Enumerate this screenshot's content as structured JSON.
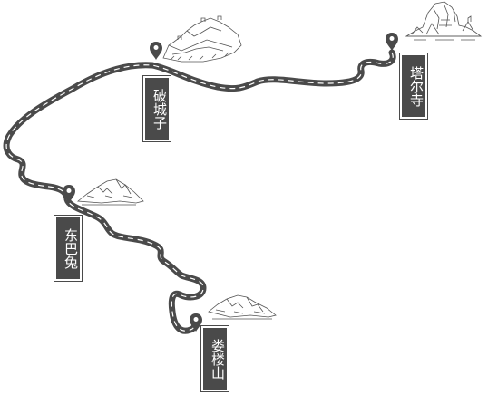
{
  "map": {
    "stops": [
      {
        "id": "poche",
        "name": "破城子",
        "icon": "map-pin-icon",
        "landmark": "great-wall-sketch-icon"
      },
      {
        "id": "taer",
        "name": "塔尔寺",
        "icon": "map-pin-icon",
        "landmark": "temple-rock-sketch-icon"
      },
      {
        "id": "dongba",
        "name": "东巴兔",
        "icon": "map-pin-icon",
        "landmark": "mountain-sketch-icon"
      },
      {
        "id": "loulou",
        "name": "娄楼山",
        "icon": "map-pin-icon",
        "landmark": "mountain-sketch-icon"
      }
    ],
    "colors": {
      "road": "#4a4a4a",
      "road_dash": "#ffffff",
      "label_bg": "#4a4a4a",
      "label_text": "#ffffff",
      "pin": "#4a4a4a"
    }
  }
}
